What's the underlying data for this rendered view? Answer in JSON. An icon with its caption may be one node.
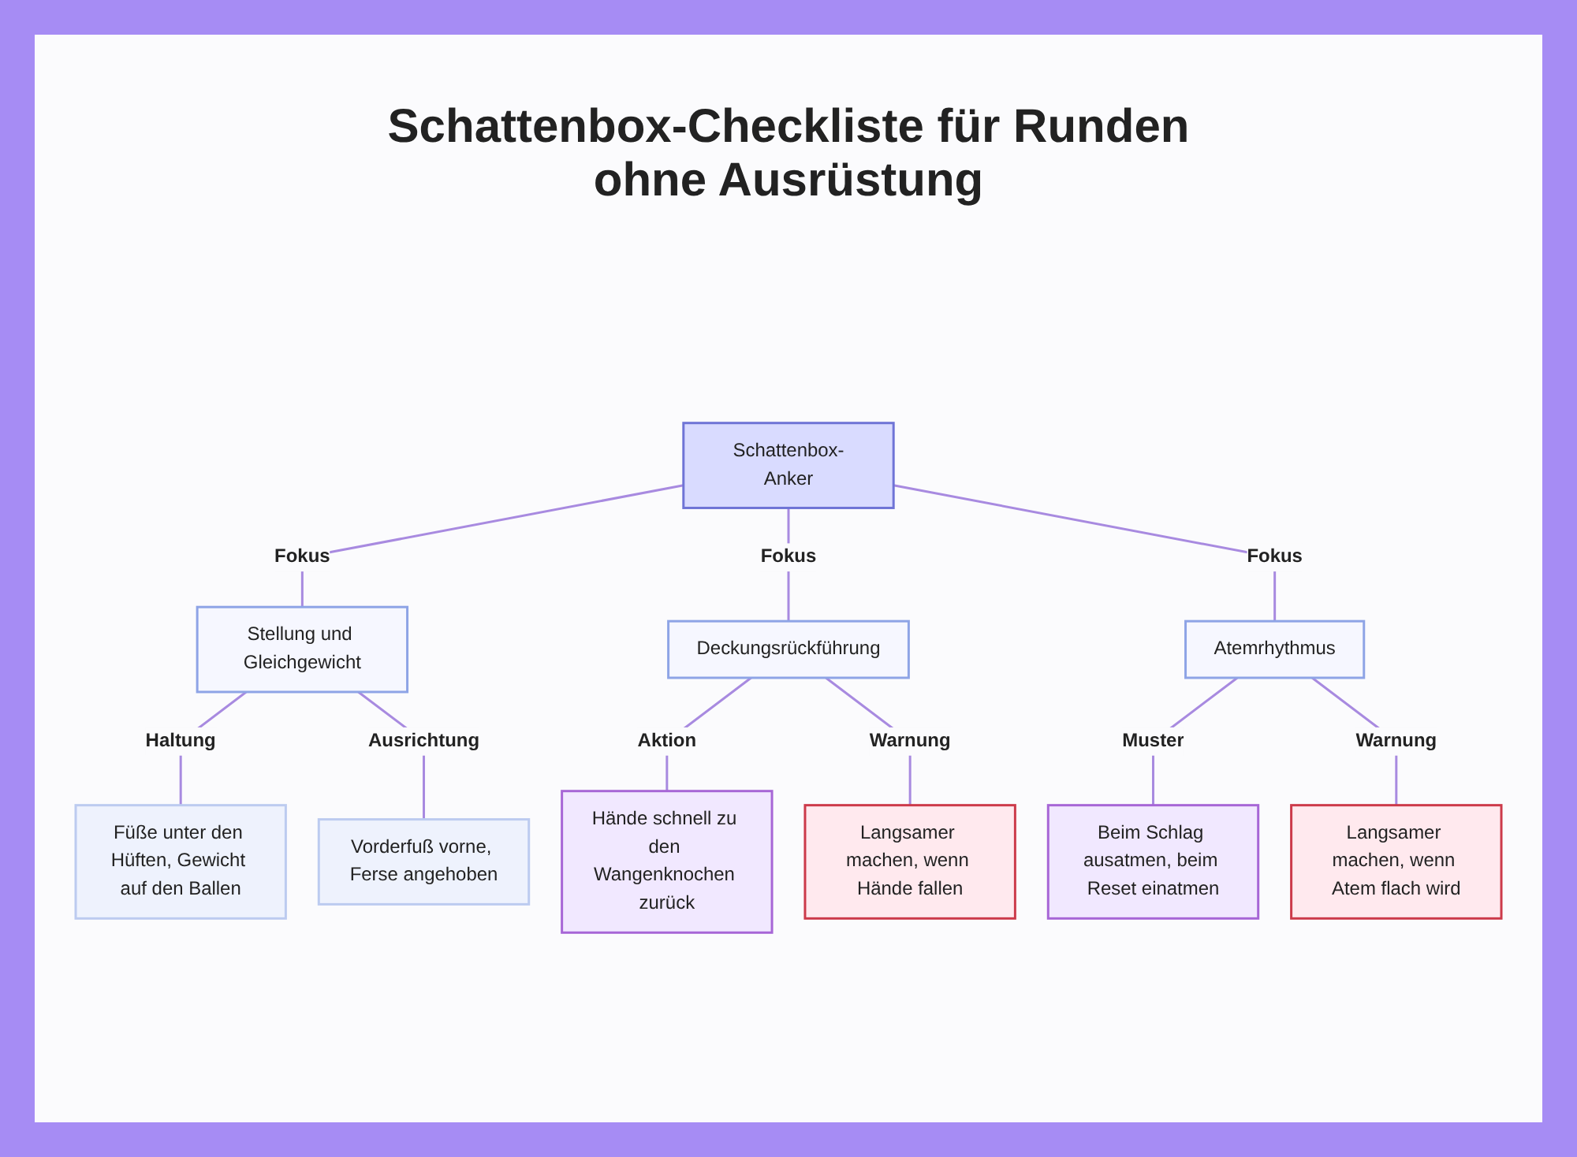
{
  "diagram": {
    "title": "Schattenbox-Checkliste für Runden ohne Ausrüstung",
    "nodes": [
      {
        "text": [
          "Schattenbox-Anker"
        ]
      },
      {
        "text": [
          "Stellung und Gleichgewicht"
        ]
      },
      {
        "text": [
          "Deckungsrückführung"
        ]
      },
      {
        "text": [
          "Atemrhythmus"
        ]
      },
      {
        "text": [
          "Füße unter den Hüften, Gewicht auf den Ballen"
        ]
      },
      {
        "text": [
          "Vorderfuß vorne, Ferse angehoben"
        ]
      },
      {
        "text": [
          "Hände schnell zu den Wangenknochen zurück"
        ]
      },
      {
        "text": [
          "Langsamer machen, wenn Hände fallen"
        ]
      },
      {
        "text": [
          "Beim Schlag ausatmen, beim Reset einatmen"
        ]
      },
      {
        "text": [
          "Langsamer machen, wenn Atem flach wird"
        ]
      }
    ],
    "edges": [
      {
        "from": 0,
        "to": 1,
        "arrow": "none",
        "label": "Fokus"
      },
      {
        "from": 0,
        "to": 2,
        "arrow": "none",
        "label": "Fokus"
      },
      {
        "from": 0,
        "to": 3,
        "arrow": "none",
        "label": "Fokus"
      },
      {
        "from": 1,
        "to": 4,
        "arrow": "none",
        "label": "Haltung"
      },
      {
        "from": 1,
        "to": 5,
        "arrow": "none",
        "label": "Ausrichtung"
      },
      {
        "from": 2,
        "to": 6,
        "arrow": "none",
        "label": "Aktion"
      },
      {
        "from": 2,
        "to": 7,
        "arrow": "none",
        "label": "Warnung"
      },
      {
        "from": 3,
        "to": 8,
        "arrow": "none",
        "label": "Muster"
      },
      {
        "from": 3,
        "to": 9,
        "arrow": "none",
        "label": "Warnung"
      }
    ]
  }
}
